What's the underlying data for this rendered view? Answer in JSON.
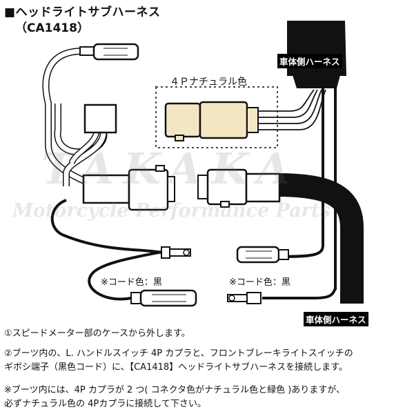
{
  "title": {
    "line1": "■ヘッドライトサブハーネス",
    "line2": "（CA1418）"
  },
  "watermark": {
    "logo": "TAKAKA",
    "tagline": "Motorcycle Performance Parts"
  },
  "labels": {
    "vehicle_harness_top": "車体側ハーネス",
    "vehicle_harness_bottom": "車体側ハーネス",
    "natural_4p": "４Ｐナチュラル色",
    "cord_color_left": "※コード色：黒",
    "cord_color_right": "※コード色：黒"
  },
  "instructions": [
    "①スピードメーター部のケースから外します。",
    "②ブーツ内の、L. ハンドルスイッチ 4P カプラと、フロントブレーキライトスイッチの",
    "ギボシ端子（黒色コード）に、【CA1418】ヘッドライトサブハーネスを接続します。",
    "※ブーツ内には、4P カプラが 2 つ( コネクタ色がナチュラル色と緑色 )ありますが、",
    "必ずナチュラル色の 4Pカプラに接続して下さい。"
  ],
  "colors": {
    "connector_natural": "#f3e6c2",
    "harness": "#111111",
    "tag_bg": "#000000"
  }
}
